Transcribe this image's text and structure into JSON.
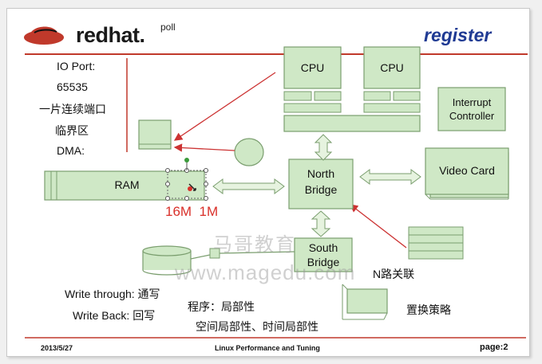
{
  "header": {
    "logo_text": "redhat.",
    "logo_sup": "poll",
    "title": "register"
  },
  "left_notes": [
    "IO Port:",
    "65535",
    "一片连续端口",
    "临界区",
    "DMA:"
  ],
  "components": {
    "cpu1": "CPU",
    "cpu2": "CPU",
    "interrupt_controller": [
      "Interrupt",
      "Controller"
    ],
    "north_bridge": [
      "North",
      "Bridge"
    ],
    "south_bridge": [
      "South",
      "Bridge"
    ],
    "video_card": "Video Card",
    "ram": "RAM"
  },
  "annotations": {
    "ram_sizes": "16M  1M",
    "n_way": "N路关联",
    "replacement": "置换策略",
    "watermark_cn": "马哥教育",
    "watermark_url": "www.magedu.com"
  },
  "write_policies": {
    "through": "Write through: 通写",
    "back": "Write Back: 回写"
  },
  "locality": {
    "line1": "程序：局部性",
    "line2": "空间局部性、时间局部性"
  },
  "footer": {
    "date": "2013/5/27",
    "center": "Linux Performance and Tuning",
    "page": "page:2"
  },
  "colors": {
    "box_fill": "#cfe8c6",
    "box_border": "#7a9e6e",
    "accent_red": "#c0392b",
    "arrow_red": "#cc3333",
    "title_blue": "#1f3a93",
    "ram_label_red": "#d9302a"
  }
}
